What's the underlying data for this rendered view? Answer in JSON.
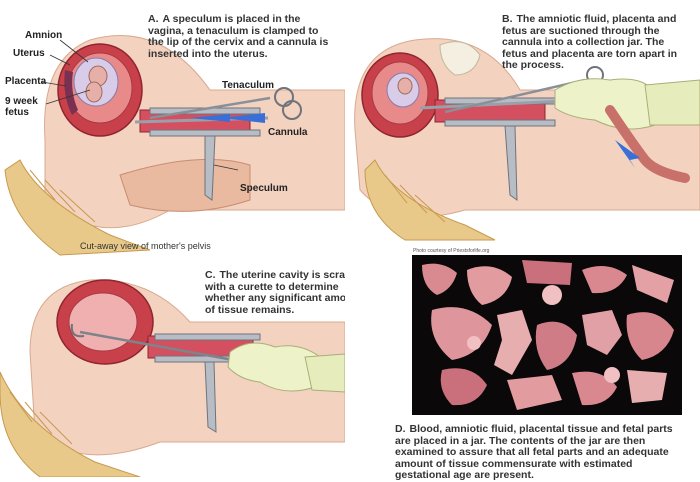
{
  "panels": {
    "a": {
      "letter": "A.",
      "caption": "A speculum is placed in the vagina, a tenaculum is clamped to the lip of the cervix and a cannula is inserted into the uterus.",
      "labels": {
        "amnion": "Amnion",
        "uterus": "Uterus",
        "placenta": "Placenta",
        "fetus_line1": "9 week",
        "fetus_line2": "fetus",
        "tenaculum": "Tenaculum",
        "cannula": "Cannula",
        "speculum": "Speculum"
      },
      "note": "Cut-away view of mother's pelvis"
    },
    "b": {
      "letter": "B.",
      "caption": "The amniotic fluid, placenta and fetus are suctioned through the cannula into a collection jar. The fetus and placenta are torn apart in the process."
    },
    "c": {
      "letter": "C.",
      "caption": "The uterine cavity is scraped with a curette to determine whether any significant amount of tissue remains."
    },
    "d": {
      "letter": "D.",
      "caption": "Blood, amniotic fluid, placental tissue and fetal parts are placed in a jar. The contents of the jar are then examined to assure that all fetal parts and an adequate amount of tissue commensurate with estimated gestational age are present.",
      "photo_credit": "Photo courtesy of Priestsforlife.org"
    }
  },
  "colors": {
    "skin": "#f3d2bf",
    "uterus_wall": "#c8404a",
    "uterus_inner": "#e88a8a",
    "spine": "#e8c98a",
    "instrument": "#b8bcc4",
    "arrow": "#3a6fd8",
    "glove": "#eef2c8",
    "tube": "#c8706a",
    "tissue": "#d88a90"
  }
}
